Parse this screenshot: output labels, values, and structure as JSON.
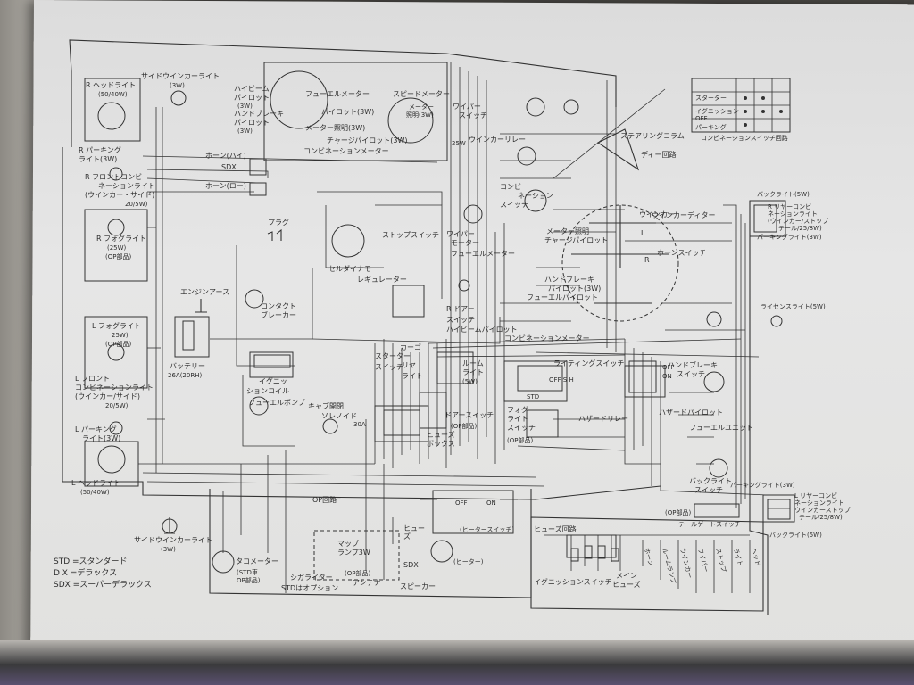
{
  "labels": {
    "r_headlight": "R ヘッドライト",
    "r_headlight_w": "(50/40W)",
    "side_winker_top": "サイドウインカーライト",
    "side_winker_top_w": "(3W)",
    "r_parking": "R パーキング",
    "r_parking_2": "ライト(3W)",
    "r_front_combi": "R フロントコンビ",
    "r_front_combi_2": "ネーションライト",
    "r_front_combi_3": "(ウインカー・サイド)",
    "r_front_combi_4": "20/5W)",
    "r_fog": "R フォグライト",
    "r_fog_w": "(25W)",
    "r_fog_op": "(OP部品)",
    "l_fog": "L フォグライト",
    "l_fog_w": "25W)",
    "l_fog_op": "(OP部品)",
    "l_front_combi": "L フロント",
    "l_front_combi_2": "コンビネーションライト",
    "l_front_combi_3": "(ウインカー/サイド)",
    "l_front_combi_4": "20/5W)",
    "l_parking": "L パーキング",
    "l_parking_2": "ライト(3W)",
    "l_headlight": "L ヘッドライト",
    "l_headlight_w": "(50/40W)",
    "side_winker_bottom": "サイドウインカーライト",
    "side_winker_bottom_w": "(3W)",
    "horn_high": "ホーン(ハイ)",
    "sdx": "SDX",
    "horn_low": "ホーン(ロー)",
    "plug": "プラグ",
    "engine_earth": "エンジンアース",
    "contact_breaker": "コンタクト",
    "contact_breaker_2": "ブレーカー",
    "battery": "バッテリー",
    "battery_spec": "26A(20RH)",
    "ignition_coil": "イグニッ",
    "ignition_coil_2": "ションコイル",
    "fuel_pump": "フューエルポンプ",
    "high_beam_pilot": "ハイビーム",
    "high_beam_pilot_2": "パイロット",
    "high_beam_pilot_3": "(3W)",
    "hand_brake_pilot": "ハンドブレーキ",
    "hand_brake_pilot_2": "パイロット",
    "hand_brake_pilot_3": "(3W)",
    "fuel_meter": "フューエルメーター",
    "fuel_pilot": "パイロット(3W)",
    "meter_lamp": "メーター照明(3W)",
    "charge_pilot": "チャージパイロット(3W)",
    "combination_meter": "コンビネーションメーター",
    "speedometer": "スピードメーター",
    "speedometer_2": "メーター",
    "speedometer_3": "照明(3W)",
    "wiper_switch": "ワイパー",
    "wiper_switch_2": "スイッチ",
    "winker_relay": "ウインカーリレー",
    "winker_relay_2": "25W",
    "steering_column": "ステアリングコラム",
    "steering_column_2": "ディー回路",
    "combi_switch": "コンビ",
    "combi_switch_2": "ネーション",
    "combi_switch_3": "スイッチ",
    "combi_circuit": "コンビネーションスイッチ回路",
    "starter": "スターター",
    "ignition": "イグニッション",
    "off": "OFF",
    "acc": "パーキング",
    "back_light_r": "バックライト(5W)",
    "rear_combi_r": "R リヤーコンビ",
    "rear_combi_r_2": "ネーションライト",
    "rear_combi_r_3": "(ウインカー/ストップ",
    "rear_combi_r_4": "テール/25/8W)",
    "parking_light_r": "パーキングライト(3W)",
    "wiper_motor": "ワイパー",
    "wiper_motor_2": "モーター",
    "stop_switch": "ストップスイッチ",
    "cell_dynamo": "セルダイナモ",
    "regulator": "レギュレーター",
    "fuel_meter_unit": "フューエルメーター",
    "door": "R ドアー",
    "switch": "スイッチ",
    "high_beam_pilot_b": "ハイビームパイロット",
    "winker_l": "ウインカー",
    "winker_l_2": "L",
    "winker_r": "R",
    "winker_deter": "ウインカーディター",
    "horn_switch": "ホーンスイッチ",
    "meter_pilot": "メーター照明",
    "charge_pilot_b": "チャージパイロット",
    "hand_brake_pilot_b": "ハンドブレーキ",
    "hand_brake_pilot_b2": "パイロット(3W)",
    "fuel_pilot_b": "フューエルパイロット",
    "combination_meter_b": "コンビネーションメーター",
    "license_light": "ライセンスライト(5W)",
    "starter_switch": "スターター",
    "starter_switch_2": "スイッチ",
    "carrier_light": "カーゴ",
    "carrier_light_2": "リヤ",
    "carrier_light_3": "ライト",
    "room_switch": "ルーム",
    "room_switch_2": "ライト",
    "room_switch_3": "(5W)",
    "lighting_switch": "ライティングスイッチ",
    "hand_brake_switch": "ハンドブレーキ",
    "hand_brake_switch_2": "スイッチ",
    "hazard_relay": "ハザードリレー",
    "hazard_pilot": "ハザードパイロット",
    "cab_solenoid": "キャブ開閉",
    "cab_solenoid_2": "ソレノイド",
    "fuse_30a": "30A",
    "door_switch": "ドアースイッチ",
    "door_switch_op": "(OP部品)",
    "fuse_box": "ヒューズ",
    "fuse_box_2": "ボックス",
    "fog_switch": "フォグ",
    "fog_switch_2": "ライト",
    "fog_switch_3": "スイッチ",
    "fog_switch_op": "(OP部品)",
    "std": "STD",
    "fuel_unit": "フューエルユニット",
    "back_light_switch": "バックライト",
    "back_light_switch_2": "スイッチ",
    "parking_light_l": "パーキングライト(3W)",
    "rear_combi_l": "L リヤーコンビ",
    "rear_combi_l_2": "ネーションライト",
    "rear_combi_l_3": "ウインカーストップ",
    "rear_combi_l_4": "テール/25/8W)",
    "back_light_l": "バックライト(5W)",
    "op_circuit": "OP回路",
    "fuse_op": "ヒュー",
    "fuse_op_2": "ズ",
    "heater_off": "OFF",
    "heater_on": "ON",
    "heater_switch": "(ヒータースイッチ)",
    "heater": "(ヒーター)",
    "tachometer": "タコメーター",
    "tachometer_2": "(STD車",
    "tachometer_3": "OP部品)",
    "cigar_lighter": "シガライター",
    "cigar_lighter_2": "STDはオプション",
    "map_lamp": "マップ",
    "map_lamp_2": "ランプ3W",
    "map_lamp_3": "(OP部品)",
    "antenna": "アンテナ",
    "speaker": "スピーカー",
    "speaker_sdx": "SDX",
    "op_parts": "(OP部品)",
    "tail_gate_switch": "テールゲートスイッチ",
    "fuse_circuit": "ヒューズ回路",
    "ignition_switch": "イグニッションスイッチ",
    "main_fuse": "メイン",
    "main_fuse_2": "ヒューズ",
    "fuse_labels": [
      "ホーン",
      "ルームランプ",
      "ウインカー",
      "ワイパー",
      "ストップ",
      "ライト",
      "ヘッド"
    ],
    "switch_on": "ON",
    "switch_off": "OFF",
    "lighting_marks": "OFF S H"
  },
  "legend": {
    "std": "STD =スタンダード",
    "dx": "D X =デラックス",
    "sdx": "SDX =スーパーデラックス"
  }
}
